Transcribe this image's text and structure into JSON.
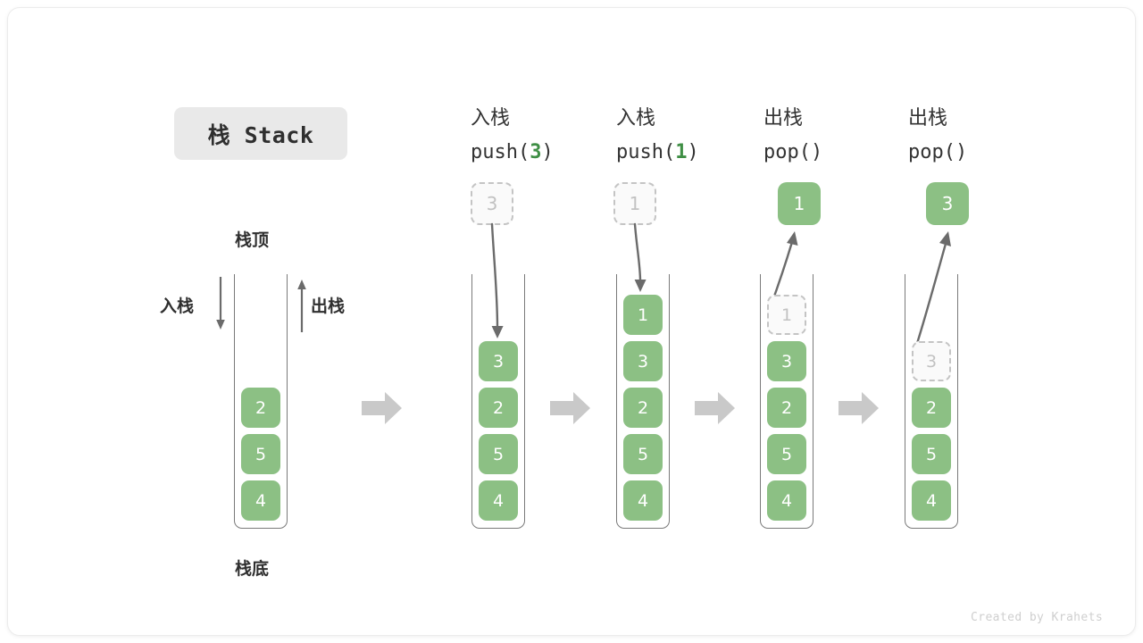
{
  "title": {
    "text": "栈 Stack"
  },
  "labels": {
    "top": "栈顶",
    "bottom": "栈底",
    "push_side": "入栈",
    "pop_side": "出栈"
  },
  "credit": "Created by Krahets",
  "colors": {
    "element_green": "#8cc084",
    "ghost_border": "#c4c4c4",
    "ghost_text": "#c2c2c2",
    "arrow_gray": "#6b6b6b",
    "step_arrow_gray": "#c9c9c9",
    "badge_background": "#e9e9e9",
    "arg_green": "#3f8f45"
  },
  "columns": [
    {
      "id": "initial",
      "header_cn": "",
      "header_op": "",
      "op_arg": "",
      "cells": [
        {
          "value": "2",
          "state": "solid"
        },
        {
          "value": "5",
          "state": "solid"
        },
        {
          "value": "4",
          "state": "solid"
        }
      ],
      "float_box": null,
      "float_state": null
    },
    {
      "id": "push-3",
      "header_cn": "入栈",
      "header_op": "push(",
      "op_arg": "3",
      "header_op_end": ")",
      "cells": [
        {
          "value": "3",
          "state": "solid"
        },
        {
          "value": "2",
          "state": "solid"
        },
        {
          "value": "5",
          "state": "solid"
        },
        {
          "value": "4",
          "state": "solid"
        }
      ],
      "float_box": "3",
      "float_state": "ghost",
      "arrow_direction": "down"
    },
    {
      "id": "push-1",
      "header_cn": "入栈",
      "header_op": "push(",
      "op_arg": "1",
      "header_op_end": ")",
      "cells": [
        {
          "value": "1",
          "state": "solid"
        },
        {
          "value": "3",
          "state": "solid"
        },
        {
          "value": "2",
          "state": "solid"
        },
        {
          "value": "5",
          "state": "solid"
        },
        {
          "value": "4",
          "state": "solid"
        }
      ],
      "float_box": "1",
      "float_state": "ghost",
      "arrow_direction": "down"
    },
    {
      "id": "pop-1",
      "header_cn": "出栈",
      "header_op": "pop(",
      "op_arg": "",
      "header_op_end": ")",
      "cells": [
        {
          "value": "1",
          "state": "ghost"
        },
        {
          "value": "3",
          "state": "solid"
        },
        {
          "value": "2",
          "state": "solid"
        },
        {
          "value": "5",
          "state": "solid"
        },
        {
          "value": "4",
          "state": "solid"
        }
      ],
      "float_box": "1",
      "float_state": "solid",
      "arrow_direction": "up"
    },
    {
      "id": "pop-3",
      "header_cn": "出栈",
      "header_op": "pop(",
      "op_arg": "",
      "header_op_end": ")",
      "cells": [
        {
          "value": "3",
          "state": "ghost"
        },
        {
          "value": "2",
          "state": "solid"
        },
        {
          "value": "5",
          "state": "solid"
        },
        {
          "value": "4",
          "state": "solid"
        }
      ],
      "float_box": "3",
      "float_state": "solid",
      "arrow_direction": "up"
    }
  ]
}
